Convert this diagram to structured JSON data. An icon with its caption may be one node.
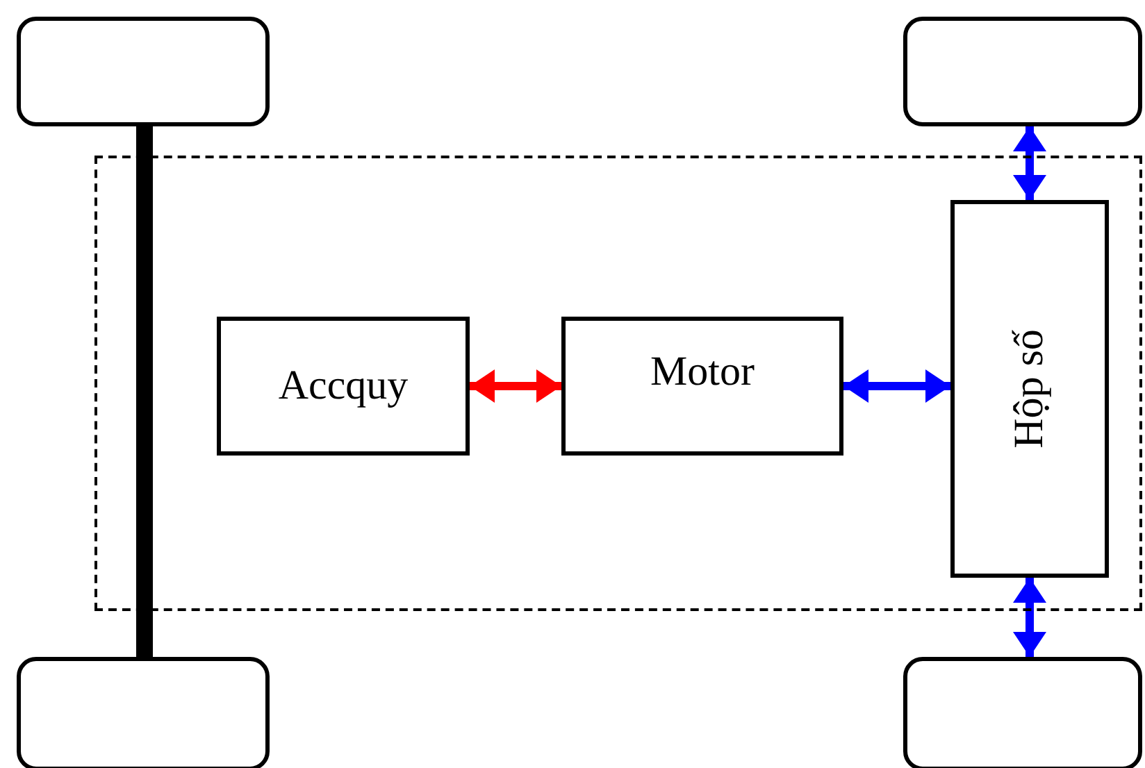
{
  "diagram": {
    "nodes": [
      {
        "text": [],
        "shape": "box"
      },
      {
        "text": [
          "Accquy"
        ],
        "in": 0
      },
      {
        "text": [
          "Motor"
        ],
        "in": 0
      },
      {
        "text": [
          "Hộp số"
        ],
        "in": 0
      },
      {
        "text": [],
        "shape": "box"
      },
      {
        "text": [],
        "shape": "box"
      },
      {
        "text": [],
        "shape": "box"
      },
      {
        "text": [],
        "shape": "box"
      }
    ],
    "edges": [
      {
        "from": 4,
        "to": 6,
        "arrow": "none",
        "style": "thick",
        "color": "#000000"
      },
      {
        "from": 1,
        "to": 2,
        "arrow": "both",
        "color": "#ff0000"
      },
      {
        "from": 2,
        "to": 3,
        "arrow": "both"
      },
      {
        "from": 3,
        "to": 5,
        "arrow": "both"
      },
      {
        "from": 3,
        "to": 7,
        "arrow": "both"
      }
    ]
  }
}
